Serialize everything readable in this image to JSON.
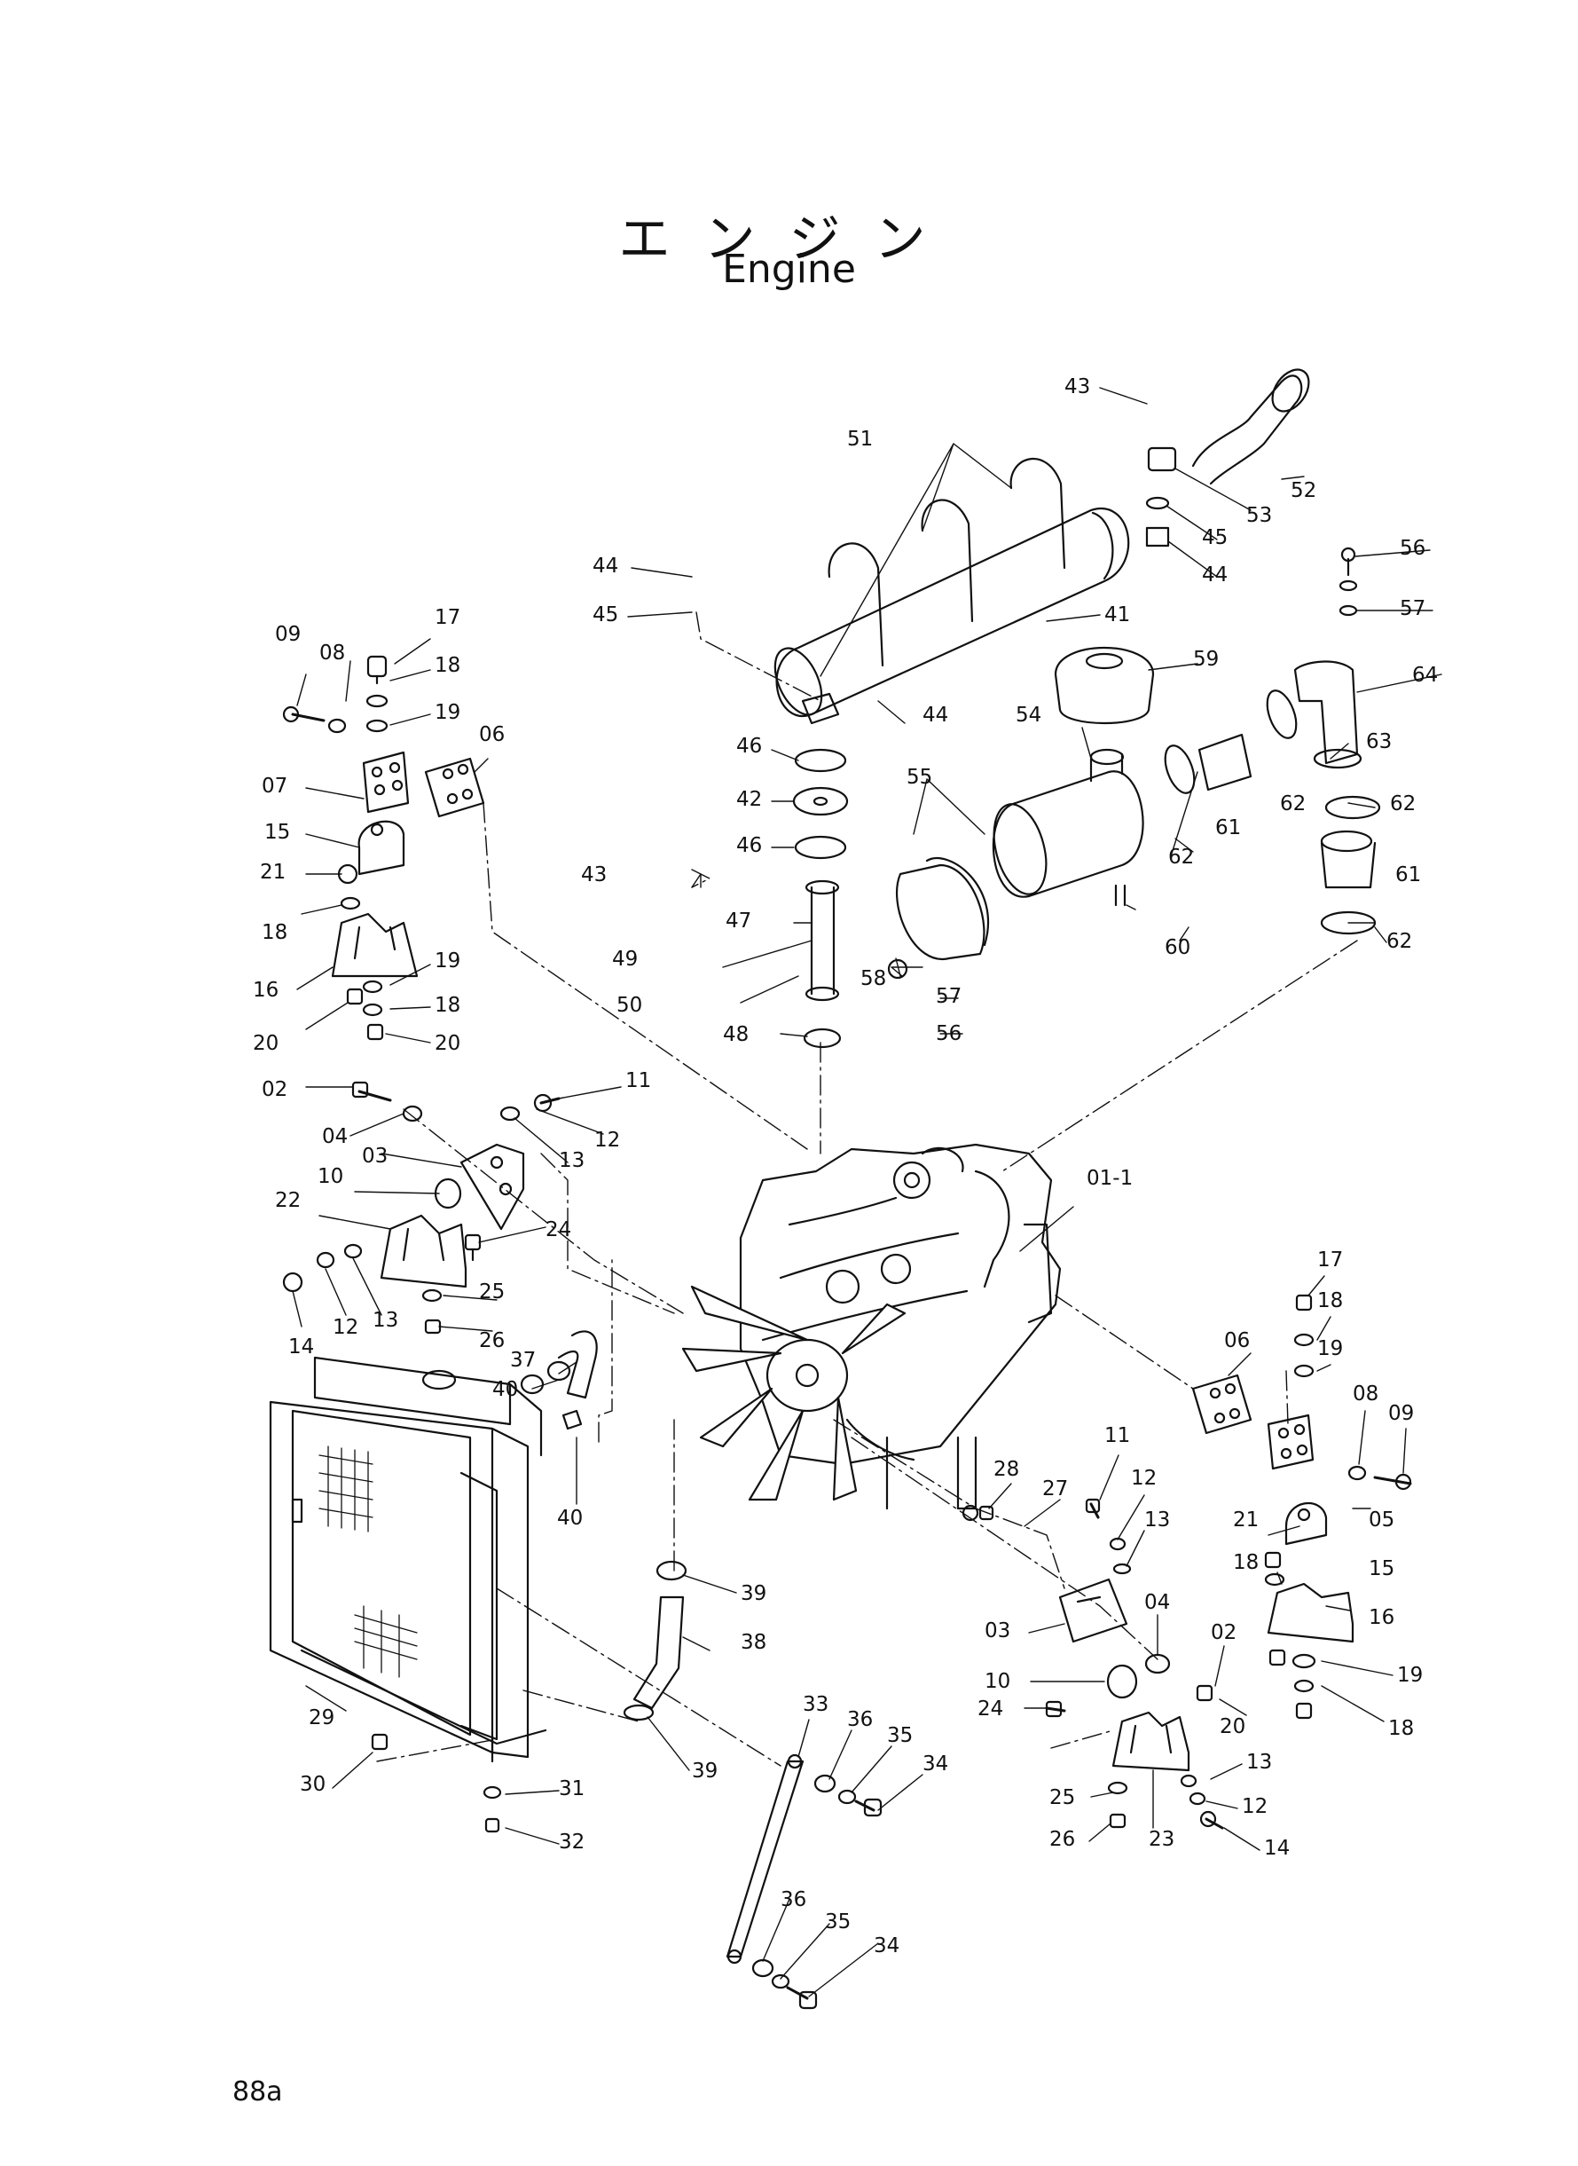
{
  "title_jp": "エンジン",
  "title_en": "Engine",
  "page_number": "88a",
  "callouts": [
    "43",
    "51",
    "52",
    "53",
    "45",
    "44",
    "56",
    "57",
    "64",
    "44",
    "45",
    "41",
    "59",
    "44",
    "63",
    "54",
    "62",
    "62",
    "46",
    "55",
    "42",
    "61",
    "62",
    "46",
    "61",
    "43",
    "60",
    "62",
    "47",
    "49",
    "57",
    "58",
    "50",
    "56",
    "48",
    "09",
    "17",
    "08",
    "18",
    "19",
    "06",
    "07",
    "15",
    "21",
    "18",
    "19",
    "16",
    "18",
    "20",
    "20",
    "02",
    "11",
    "04",
    "12",
    "03",
    "13",
    "10",
    "22",
    "24",
    "25",
    "14",
    "12",
    "13",
    "26",
    "01-1",
    "17",
    "18",
    "06",
    "19",
    "37",
    "40",
    "08",
    "09",
    "40",
    "11",
    "12",
    "28",
    "27",
    "13",
    "05",
    "21",
    "18",
    "15",
    "16",
    "39",
    "04",
    "02",
    "38",
    "03",
    "19",
    "10",
    "33",
    "36",
    "24",
    "29",
    "35",
    "20",
    "18",
    "34",
    "39",
    "30",
    "13",
    "25",
    "12",
    "26",
    "23",
    "14",
    "31",
    "32",
    "36",
    "35",
    "34"
  ]
}
